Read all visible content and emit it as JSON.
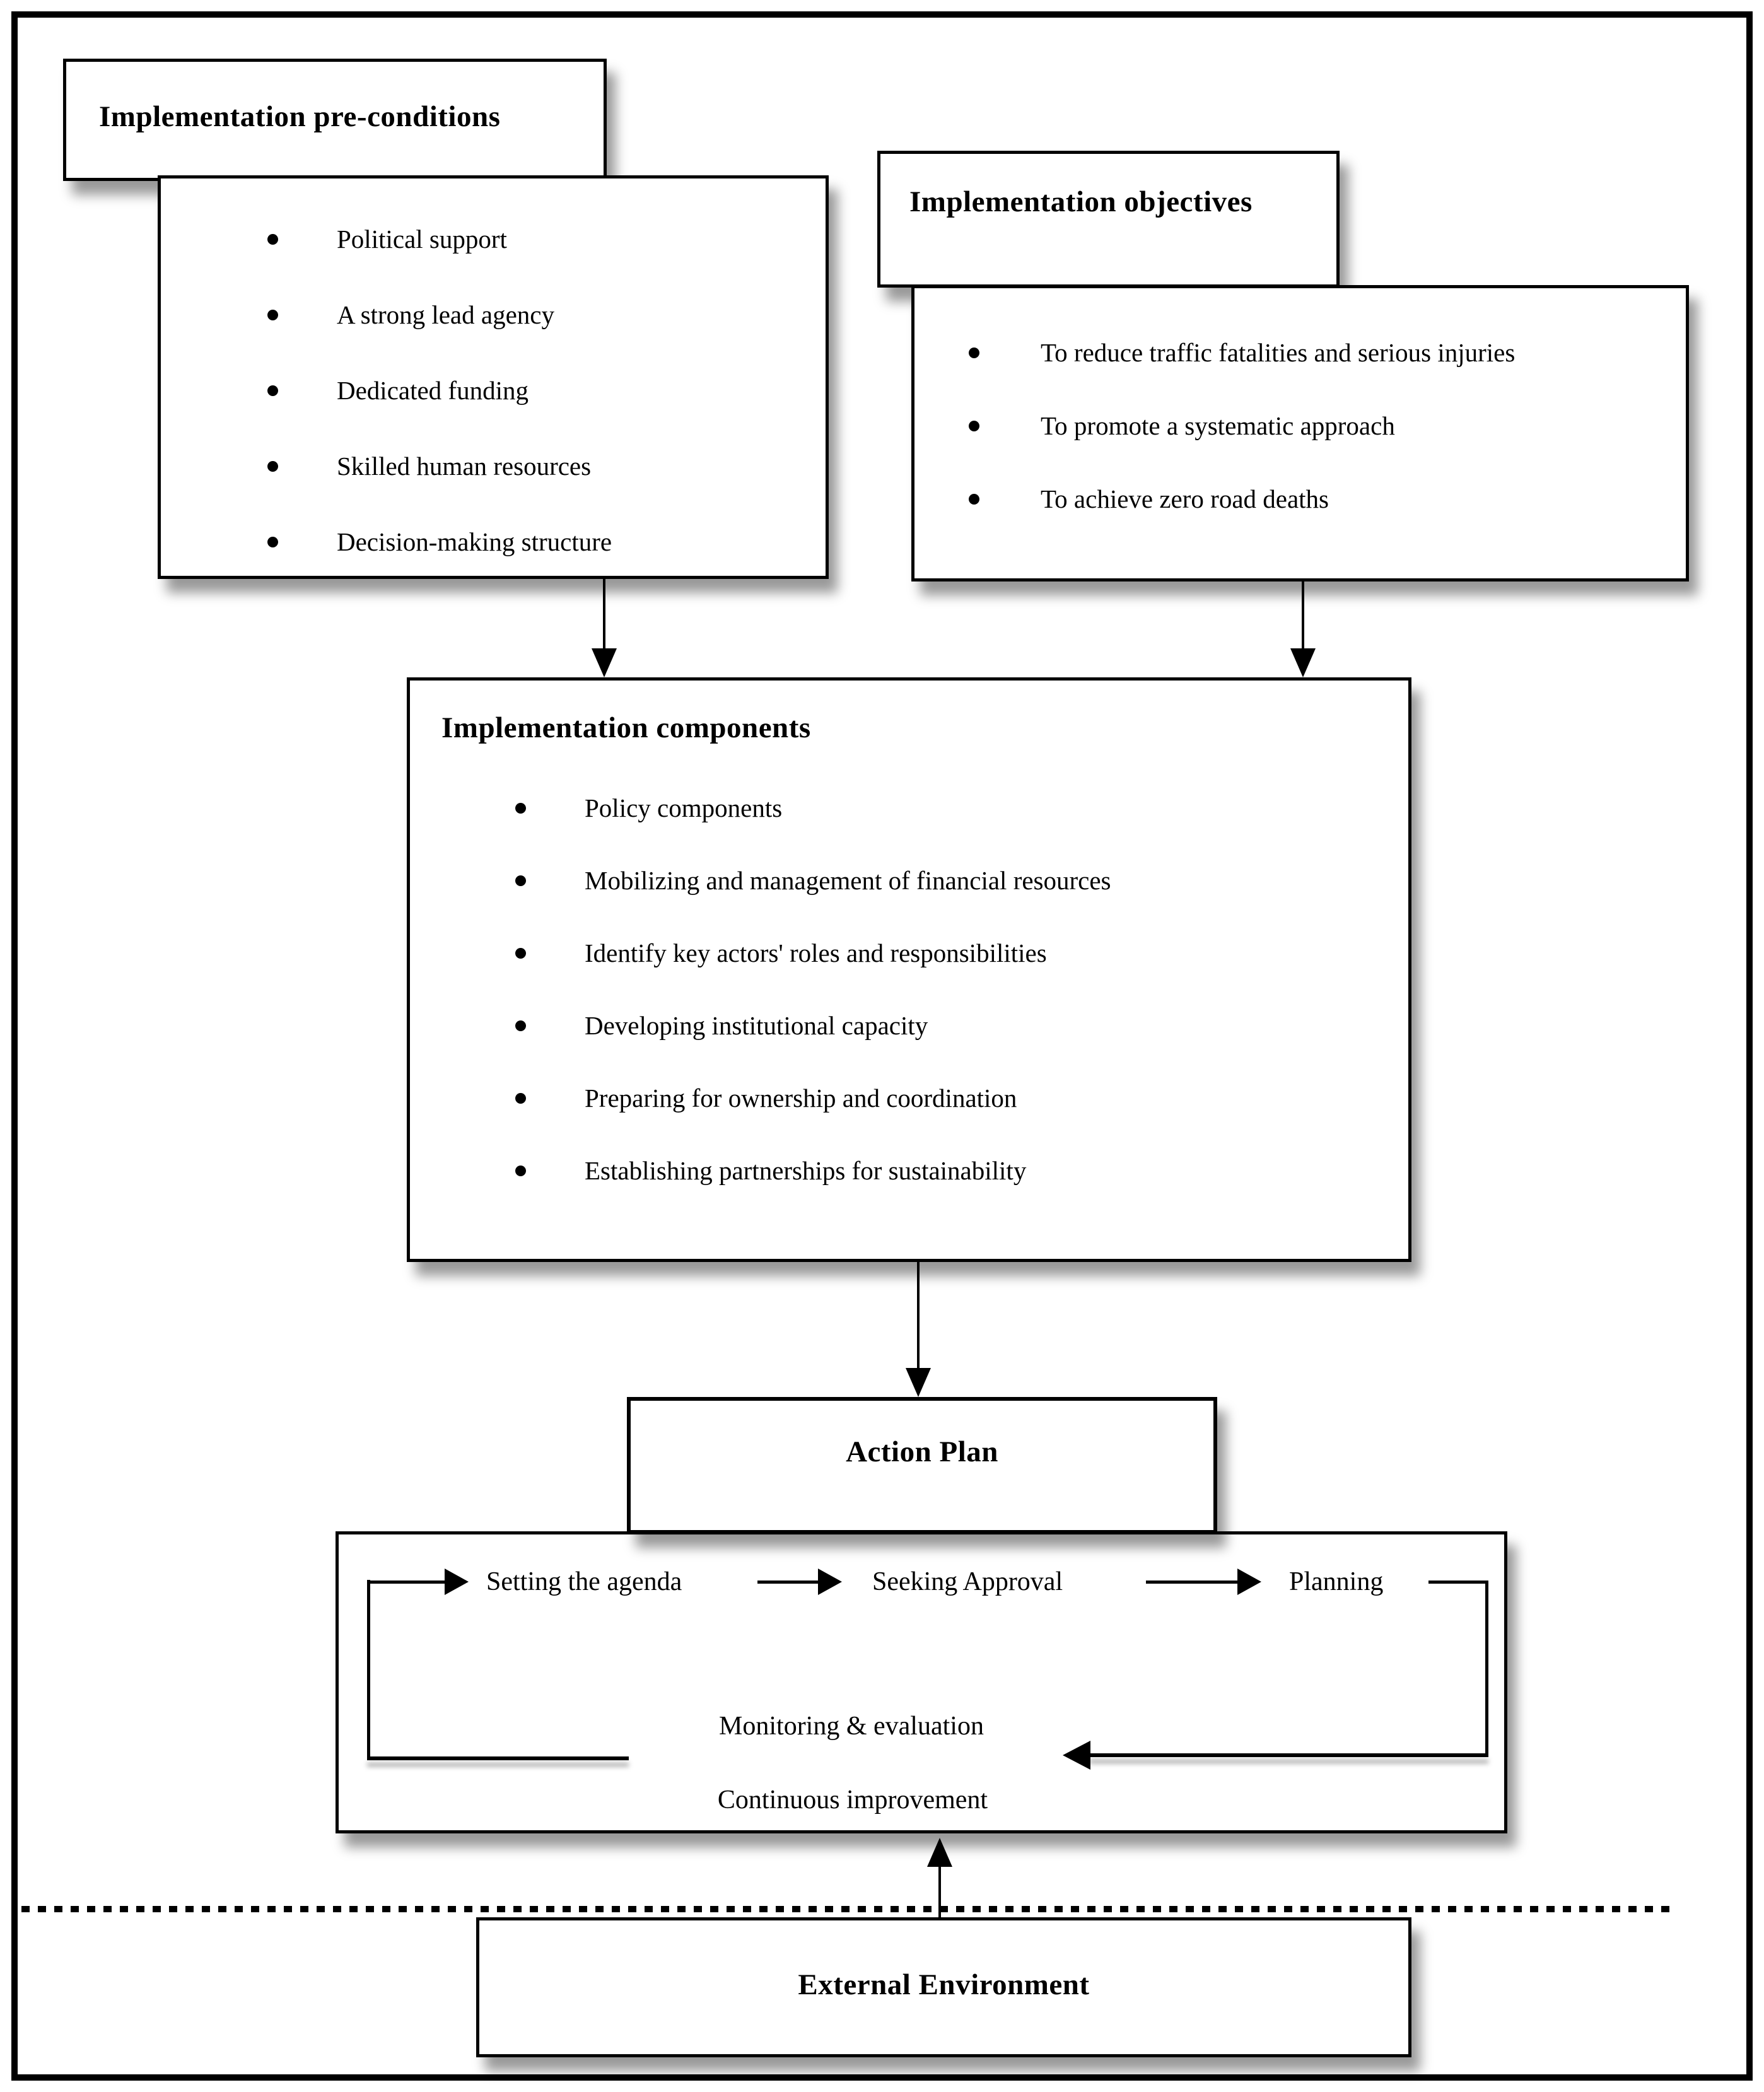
{
  "figure": {
    "preconditions": {
      "title": "Implementation pre-conditions",
      "items": [
        "Political support",
        "A strong lead agency",
        "Dedicated funding",
        "Skilled human resources",
        "Decision-making structure"
      ]
    },
    "objectives": {
      "title": "Implementation objectives",
      "items": [
        "To reduce traffic fatalities and serious injuries",
        "To promote a systematic approach",
        "To achieve zero road deaths"
      ]
    },
    "components": {
      "title": "Implementation components",
      "items": [
        "Policy components",
        "Mobilizing and management of financial resources",
        "Identify key actors' roles and responsibilities",
        "Developing institutional capacity",
        "Preparing for ownership and coordination",
        "Establishing partnerships for sustainability"
      ]
    },
    "action_plan": {
      "title": "Action Plan"
    },
    "cycle": {
      "steps": [
        "Setting the agenda",
        "Seeking Approval",
        "Planning"
      ],
      "monitoring_label": "Monitoring & evaluation",
      "continuous_label": "Continuous improvement"
    },
    "external": {
      "title": "External Environment"
    },
    "icons": {
      "bullet": "●",
      "down_arrow": "▼",
      "up_arrow": "▲",
      "right_arrow": "►",
      "left_arrow": "◄"
    },
    "colors": {
      "ink": "#000000",
      "paper": "#ffffff"
    }
  }
}
